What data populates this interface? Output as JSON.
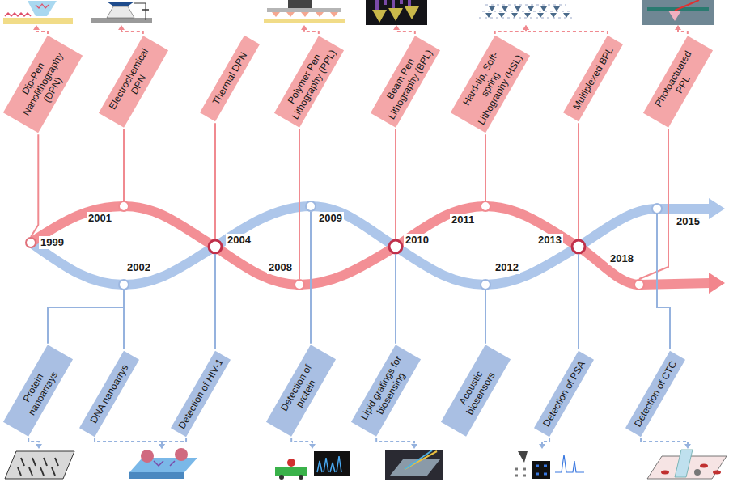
{
  "diagram": {
    "nodes": [
      {
        "text": [
          "Dip-Pen Nanolithography (DPN)"
        ]
      },
      {
        "text": [
          "Electrochemical DPN"
        ]
      },
      {
        "text": [
          "Thermal DPN"
        ]
      },
      {
        "text": [
          "Polymer Pen Lithography (PPL)"
        ]
      },
      {
        "text": [
          "Beam Pen Lithography (BPL)"
        ]
      },
      {
        "text": [
          "Hard-tip, Soft-spring Lithography (HSL)"
        ]
      },
      {
        "text": [
          "Multiplexed BPL"
        ]
      },
      {
        "text": [
          "Photoactuated PPL"
        ]
      },
      {
        "text": [
          "Protein nanoarrays"
        ]
      },
      {
        "text": [
          "DNA nanoarrys"
        ]
      },
      {
        "text": [
          "Detection of HIV-1"
        ]
      },
      {
        "text": [
          "Detection of protein"
        ]
      },
      {
        "text": [
          "Lipid gratings for biosensing"
        ]
      },
      {
        "text": [
          "Acoustic biosensors"
        ]
      },
      {
        "text": [
          "Detection of PSA"
        ]
      },
      {
        "text": [
          "Detection of CTC"
        ]
      }
    ],
    "labels": [
      "1999",
      "2001",
      "2002",
      "2004",
      "2008",
      "2009",
      "2010",
      "2011",
      "2012",
      "2013",
      "2015",
      "2018"
    ]
  }
}
